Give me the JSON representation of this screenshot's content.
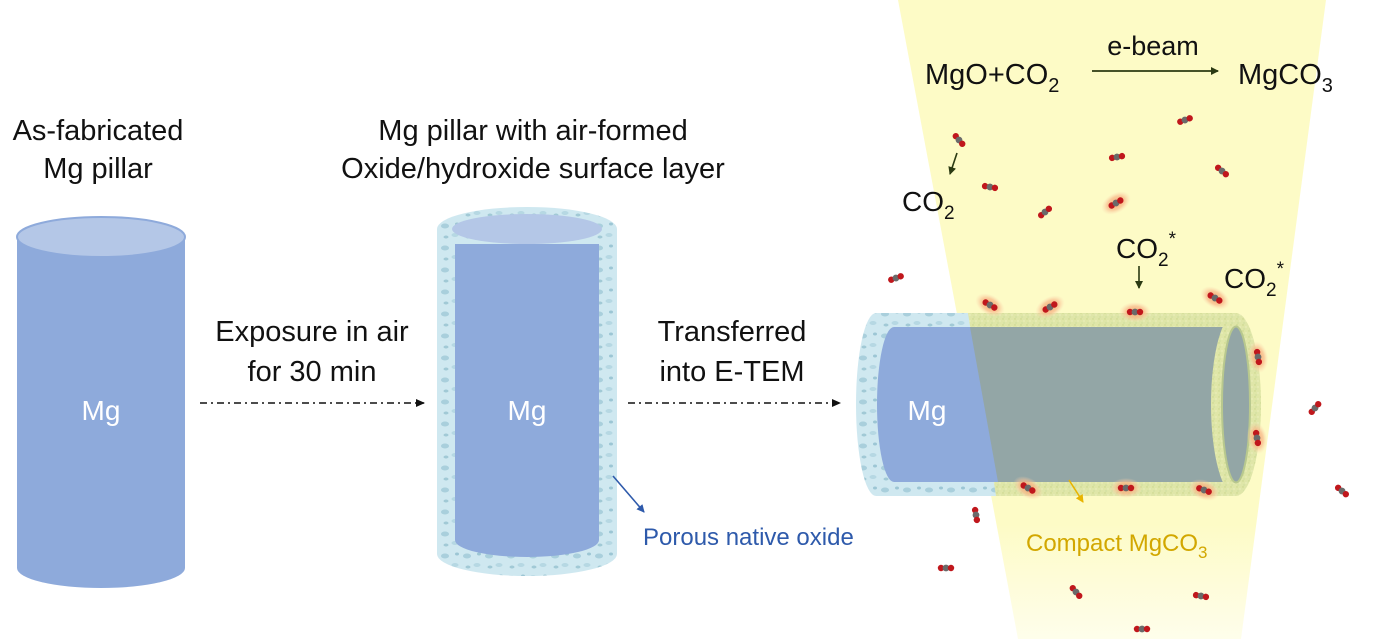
{
  "stage1": {
    "title_line1": "As-fabricated",
    "title_line2": "Mg pillar",
    "pillar_label": "Mg"
  },
  "arrow1": {
    "line1": "Exposure in air",
    "line2": "for 30 min"
  },
  "stage2": {
    "title_line1": "Mg pillar with air-formed",
    "title_line2": "Oxide/hydroxide surface layer",
    "pillar_label": "Mg",
    "callout": "Porous native oxide"
  },
  "arrow2": {
    "line1": "Transferred",
    "line2": "into E-TEM"
  },
  "stage3": {
    "pillar_label": "Mg",
    "reaction": {
      "reactant_a": "MgO+CO",
      "reactant_a_sub": "2",
      "arrow_label": "e-beam",
      "product": "MgCO",
      "product_sub": "3"
    },
    "co2_label": {
      "base": "CO",
      "sub": "2"
    },
    "co2_excited_1": {
      "base": "CO",
      "sub": "2",
      "sup": "*"
    },
    "co2_excited_2": {
      "base": "CO",
      "sub": "2",
      "sup": "*"
    },
    "callout": {
      "base": "Compact MgCO",
      "sub": "3"
    }
  },
  "colors": {
    "mg_pillar": "#8eaadb",
    "mg_pillar_top": "#b4c7e7",
    "oxide_shell": "#c7e4ee",
    "beam": "#fdfbc6",
    "carbonate_shell": "#93a6a6",
    "callout_blue": "#2e5aab",
    "callout_yellow": "#d2a700",
    "molecule_carbon": "#6a6a6a",
    "molecule_oxygen": "#c0171c",
    "excited_glow": "#f6a36c"
  }
}
